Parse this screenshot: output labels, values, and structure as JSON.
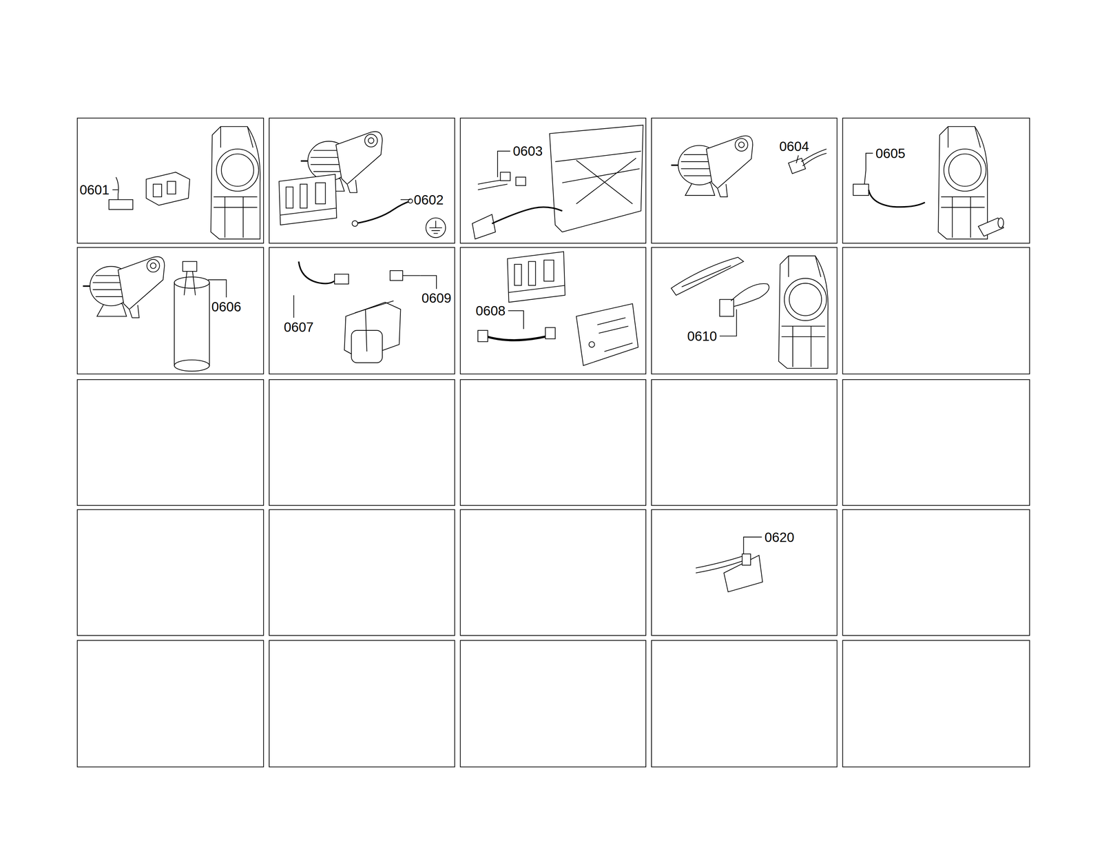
{
  "diagram": {
    "labels": [
      "0601",
      "0602",
      "0603",
      "0604",
      "0605",
      "0606",
      "0609",
      "0607",
      "0608",
      "0610",
      "0620"
    ]
  }
}
